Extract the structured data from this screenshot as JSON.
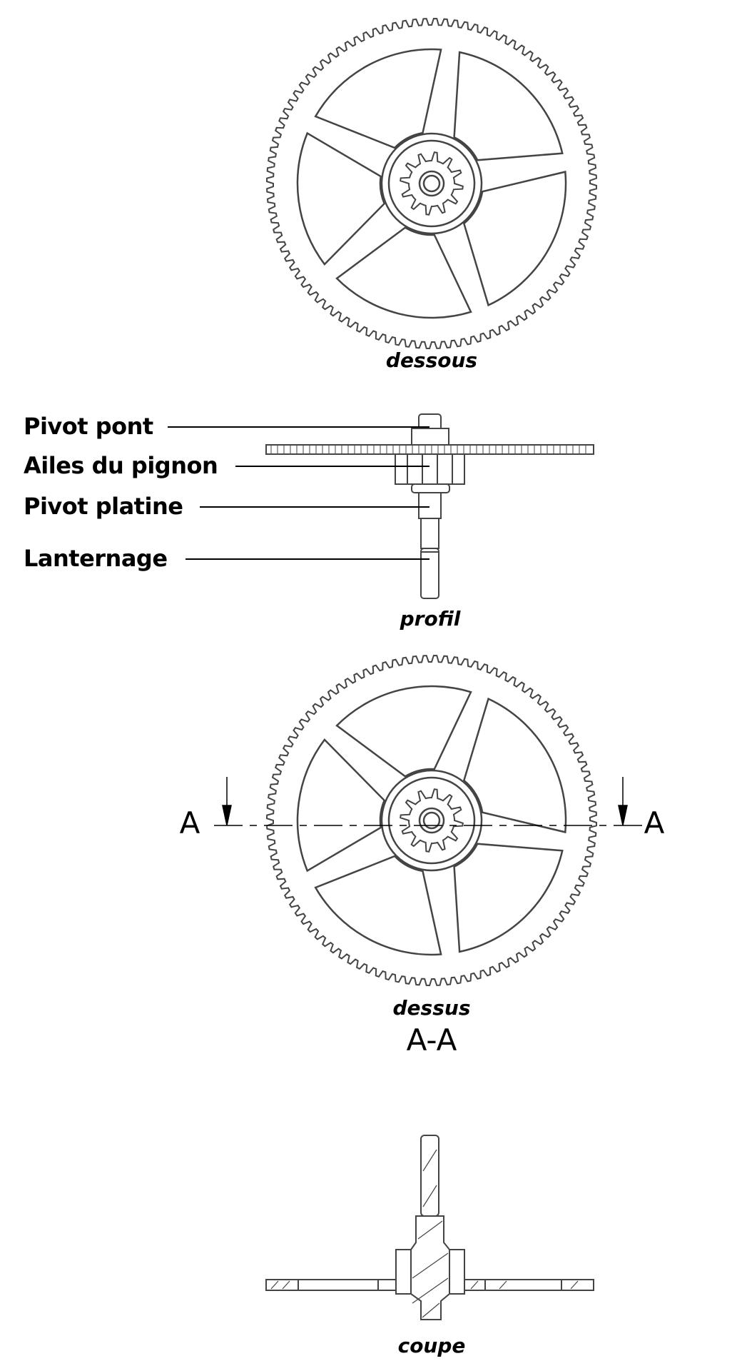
{
  "views": {
    "bottom_view_caption": "dessous",
    "profile_caption": "profil",
    "top_view_caption": "dessus",
    "section_caption": "coupe"
  },
  "profile_labels": [
    "Pivot pont",
    "Ailes du pignon",
    "Pivot platine",
    "Lanternage"
  ],
  "section": {
    "left_marker": "A",
    "right_marker": "A",
    "title": "A-A"
  },
  "line_color": "#444444"
}
